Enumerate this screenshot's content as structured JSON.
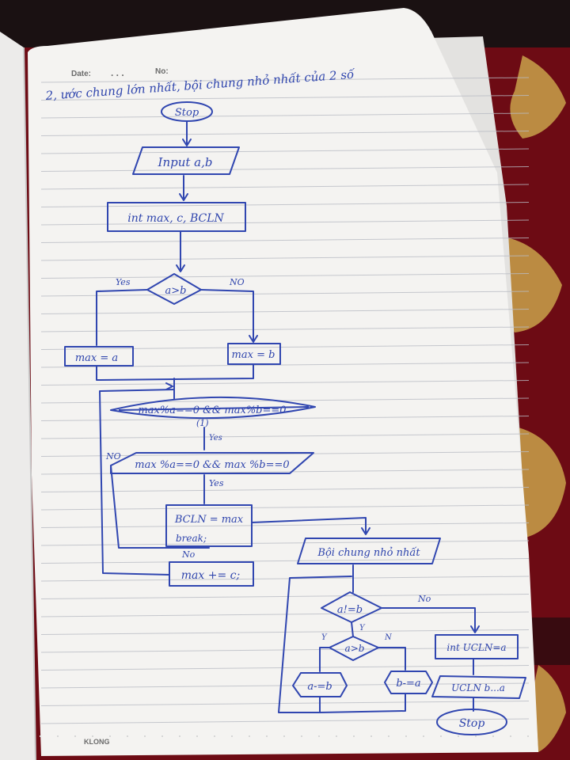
{
  "header": {
    "date_label": "Date:",
    "date_dots": ". . .",
    "no_label": "No:",
    "title": "2, ước chung lớn nhất, bội chung nhỏ nhất của 2 số"
  },
  "flowchart": {
    "start": "Stop",
    "input": "Input a,b",
    "declare": "int max, c, BCLN",
    "cond_ab": "a>b",
    "yes_left": "Yes",
    "no_right": "NO",
    "max_a": "max = a",
    "max_b": "max = b",
    "cond_struck": "max%a==0 && max%b==0",
    "yes_small": "Yes",
    "no_left": "NO",
    "cond_mod": "max %a==0 && max %b==0",
    "yes_2": "Yes",
    "bcln_assign": "BCLN = max",
    "break_stmt": "break;",
    "no_2": "No",
    "max_inc": "max += c;",
    "bcnn_title": "Bội chung nhỏ nhất",
    "cond_neq": "a!=b",
    "y_label": "Y",
    "no_3": "No",
    "y_left": "Y",
    "n_right": "N",
    "cond_gt": "a>b",
    "a_minus": "a-=b",
    "b_minus": "b-=a",
    "ucln_assign": "int UCLN=a",
    "ucln_print": "UCLN b...a",
    "stop": "Stop"
  },
  "notebook_brand": "KLONG",
  "colors": {
    "ink": "#3046b0",
    "paper": "#f4f3f1",
    "fabric": "#6d0b14",
    "fabric_pattern": "#c9a24a"
  }
}
